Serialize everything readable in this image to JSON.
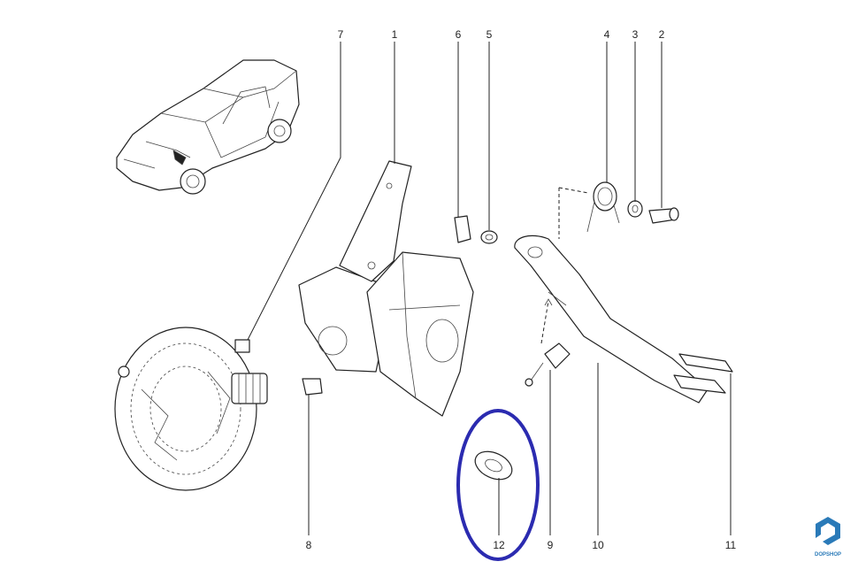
{
  "diagram": {
    "callouts": [
      {
        "id": "1",
        "text": "1"
      },
      {
        "id": "2",
        "text": "2"
      },
      {
        "id": "3",
        "text": "3"
      },
      {
        "id": "4",
        "text": "4"
      },
      {
        "id": "5",
        "text": "5"
      },
      {
        "id": "6",
        "text": "6"
      },
      {
        "id": "7",
        "text": "7"
      },
      {
        "id": "8",
        "text": "8"
      },
      {
        "id": "9",
        "text": "9"
      },
      {
        "id": "10",
        "text": "10"
      },
      {
        "id": "11",
        "text": "11"
      },
      {
        "id": "12",
        "text": "12"
      }
    ],
    "highlight": {
      "target": "12",
      "color": "#2b2bb0"
    },
    "logo": {
      "text": "DOPSHOP",
      "color": "#2a7ab8"
    }
  }
}
